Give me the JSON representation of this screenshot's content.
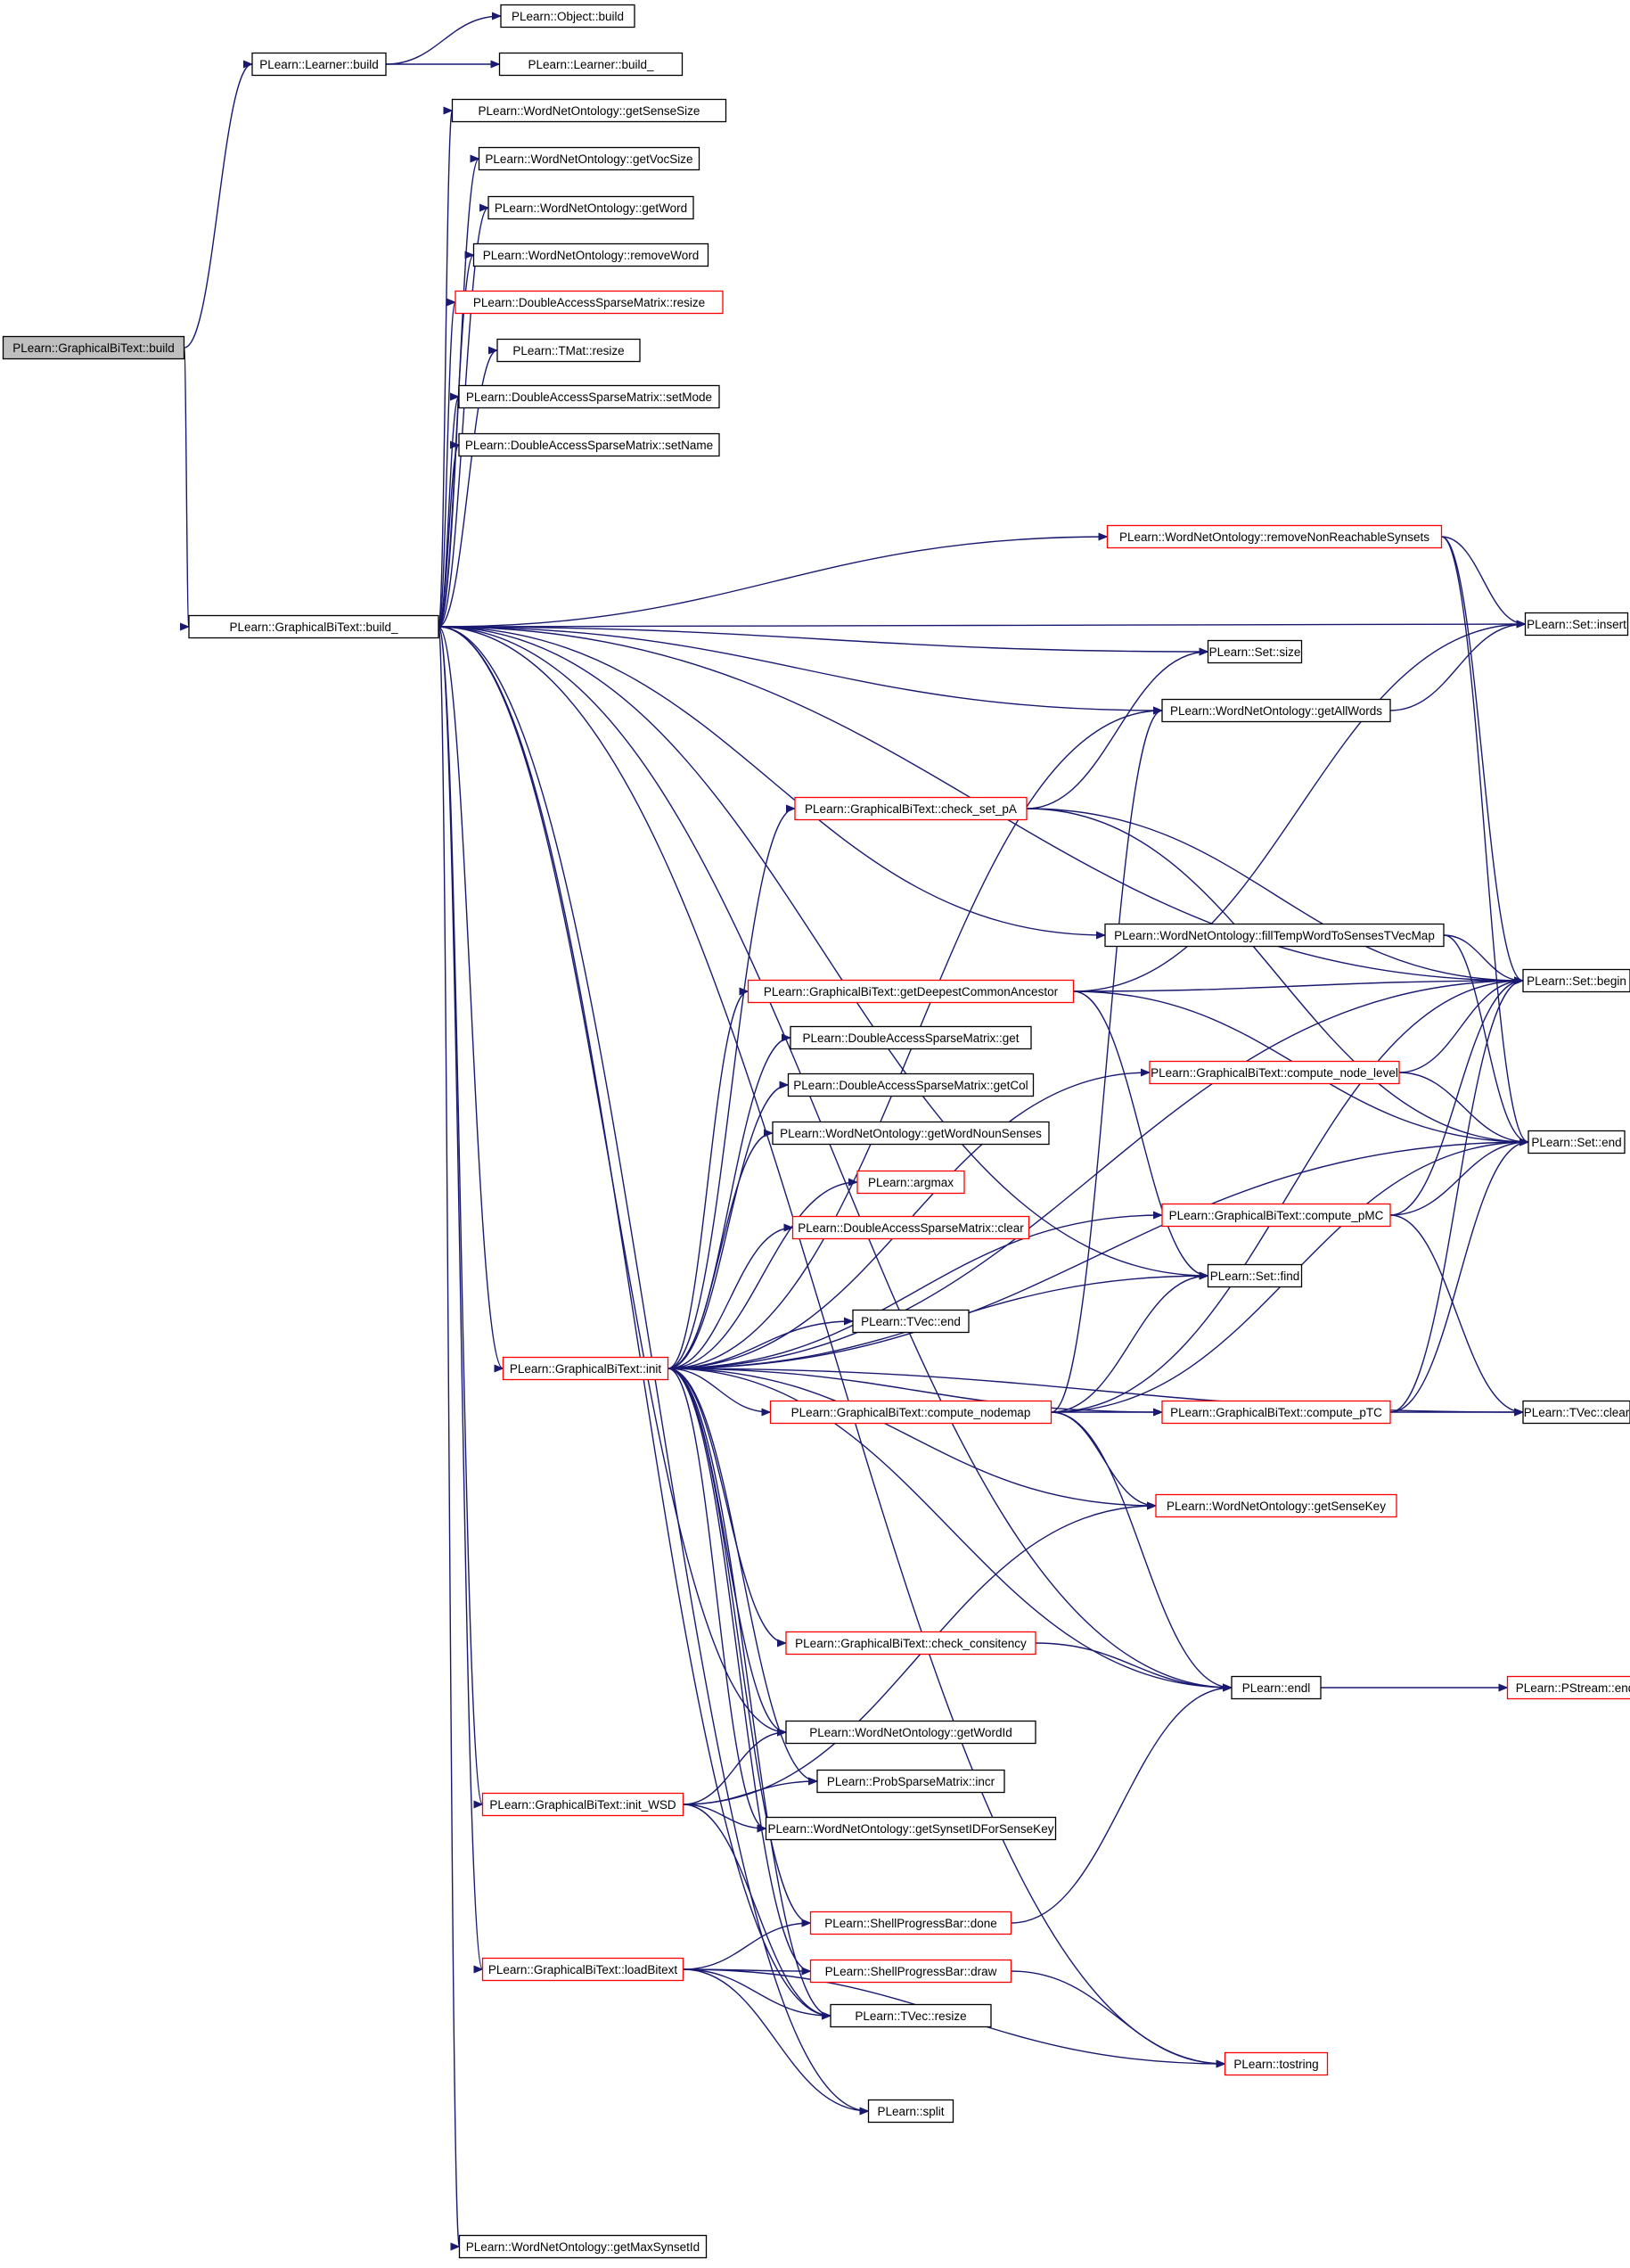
{
  "colors": {
    "edge": "#191970",
    "node_border_complete": "#000000",
    "node_border_truncated": "#ff0000",
    "root_fill": "#bfbfbf",
    "node_fill": "#ffffff"
  },
  "nodes": [
    {
      "id": "n0",
      "label": "PLearn::GraphicalBiText::build",
      "style": "root"
    },
    {
      "id": "n1",
      "label": "PLearn::Learner::build",
      "style": "normal"
    },
    {
      "id": "n2",
      "label": "PLearn::Object::build",
      "style": "normal"
    },
    {
      "id": "n3",
      "label": "PLearn::Learner::build_",
      "style": "normal"
    },
    {
      "id": "n4",
      "label": "PLearn::GraphicalBiText::build_",
      "style": "normal"
    },
    {
      "id": "n5",
      "label": "PLearn::WordNetOntology::getSenseSize",
      "style": "normal"
    },
    {
      "id": "n6",
      "label": "PLearn::WordNetOntology::getVocSize",
      "style": "normal"
    },
    {
      "id": "n7",
      "label": "PLearn::WordNetOntology::getWord",
      "style": "normal"
    },
    {
      "id": "n8",
      "label": "PLearn::WordNetOntology::removeWord",
      "style": "normal"
    },
    {
      "id": "n9",
      "label": "PLearn::DoubleAccessSparseMatrix::resize",
      "style": "truncated"
    },
    {
      "id": "n10",
      "label": "PLearn::TMat::resize",
      "style": "normal"
    },
    {
      "id": "n11",
      "label": "PLearn::DoubleAccessSparseMatrix::setMode",
      "style": "normal"
    },
    {
      "id": "n12",
      "label": "PLearn::DoubleAccessSparseMatrix::setName",
      "style": "normal"
    },
    {
      "id": "n13",
      "label": "PLearn::WordNetOntology::removeNonReachableSynsets",
      "style": "truncated"
    },
    {
      "id": "n14",
      "label": "PLearn::Set::insert",
      "style": "normal"
    },
    {
      "id": "n15",
      "label": "PLearn::Set::size",
      "style": "normal"
    },
    {
      "id": "n16",
      "label": "PLearn::WordNetOntology::getAllWords",
      "style": "normal"
    },
    {
      "id": "n17",
      "label": "PLearn::GraphicalBiText::check_set_pA",
      "style": "truncated"
    },
    {
      "id": "n18",
      "label": "PLearn::WordNetOntology::fillTempWordToSensesTVecMap",
      "style": "normal"
    },
    {
      "id": "n19",
      "label": "PLearn::GraphicalBiText::getDeepestCommonAncestor",
      "style": "truncated"
    },
    {
      "id": "n20",
      "label": "PLearn::Set::begin",
      "style": "normal"
    },
    {
      "id": "n21",
      "label": "PLearn::DoubleAccessSparseMatrix::get",
      "style": "normal"
    },
    {
      "id": "n22",
      "label": "PLearn::GraphicalBiText::compute_node_level",
      "style": "truncated"
    },
    {
      "id": "n23",
      "label": "PLearn::DoubleAccessSparseMatrix::getCol",
      "style": "normal"
    },
    {
      "id": "n24",
      "label": "PLearn::WordNetOntology::getWordNounSenses",
      "style": "normal"
    },
    {
      "id": "n25",
      "label": "PLearn::Set::end",
      "style": "normal"
    },
    {
      "id": "n26",
      "label": "PLearn::argmax",
      "style": "truncated"
    },
    {
      "id": "n27",
      "label": "PLearn::GraphicalBiText::compute_pMC",
      "style": "truncated"
    },
    {
      "id": "n28",
      "label": "PLearn::DoubleAccessSparseMatrix::clear",
      "style": "truncated"
    },
    {
      "id": "n29",
      "label": "PLearn::Set::find",
      "style": "normal"
    },
    {
      "id": "n30",
      "label": "PLearn::TVec::end",
      "style": "normal"
    },
    {
      "id": "n31",
      "label": "PLearn::GraphicalBiText::init",
      "style": "truncated"
    },
    {
      "id": "n32",
      "label": "PLearn::GraphicalBiText::compute_nodemap",
      "style": "truncated"
    },
    {
      "id": "n33",
      "label": "PLearn::GraphicalBiText::compute_pTC",
      "style": "truncated"
    },
    {
      "id": "n34",
      "label": "PLearn::TVec::clear",
      "style": "normal"
    },
    {
      "id": "n35",
      "label": "PLearn::WordNetOntology::getSenseKey",
      "style": "truncated"
    },
    {
      "id": "n36",
      "label": "PLearn::GraphicalBiText::check_consitency",
      "style": "truncated"
    },
    {
      "id": "n37",
      "label": "PLearn::endl",
      "style": "normal"
    },
    {
      "id": "n38",
      "label": "PLearn::PStream::endl",
      "style": "truncated"
    },
    {
      "id": "n39",
      "label": "PLearn::WordNetOntology::getWordId",
      "style": "normal"
    },
    {
      "id": "n40",
      "label": "PLearn::ProbSparseMatrix::incr",
      "style": "normal"
    },
    {
      "id": "n41",
      "label": "PLearn::GraphicalBiText::init_WSD",
      "style": "truncated"
    },
    {
      "id": "n42",
      "label": "PLearn::WordNetOntology::getSynsetIDForSenseKey",
      "style": "normal"
    },
    {
      "id": "n43",
      "label": "PLearn::ShellProgressBar::done",
      "style": "truncated"
    },
    {
      "id": "n44",
      "label": "PLearn::GraphicalBiText::loadBitext",
      "style": "truncated"
    },
    {
      "id": "n45",
      "label": "PLearn::ShellProgressBar::draw",
      "style": "truncated"
    },
    {
      "id": "n46",
      "label": "PLearn::TVec::resize",
      "style": "normal"
    },
    {
      "id": "n47",
      "label": "PLearn::tostring",
      "style": "truncated"
    },
    {
      "id": "n48",
      "label": "PLearn::split",
      "style": "normal"
    },
    {
      "id": "n49",
      "label": "PLearn::WordNetOntology::getMaxSynsetId",
      "style": "normal"
    }
  ],
  "edges": [
    [
      "n0",
      "n1"
    ],
    [
      "n0",
      "n4"
    ],
    [
      "n1",
      "n2"
    ],
    [
      "n1",
      "n3"
    ],
    [
      "n4",
      "n5"
    ],
    [
      "n4",
      "n6"
    ],
    [
      "n4",
      "n7"
    ],
    [
      "n4",
      "n8"
    ],
    [
      "n4",
      "n9"
    ],
    [
      "n4",
      "n10"
    ],
    [
      "n4",
      "n11"
    ],
    [
      "n4",
      "n12"
    ],
    [
      "n4",
      "n13"
    ],
    [
      "n4",
      "n14"
    ],
    [
      "n4",
      "n15"
    ],
    [
      "n4",
      "n16"
    ],
    [
      "n4",
      "n18"
    ],
    [
      "n4",
      "n20"
    ],
    [
      "n4",
      "n29"
    ],
    [
      "n4",
      "n31"
    ],
    [
      "n4",
      "n39"
    ],
    [
      "n4",
      "n41"
    ],
    [
      "n4",
      "n44"
    ],
    [
      "n4",
      "n46"
    ],
    [
      "n4",
      "n48"
    ],
    [
      "n4",
      "n37"
    ],
    [
      "n4",
      "n47"
    ],
    [
      "n4",
      "n49"
    ],
    [
      "n13",
      "n14"
    ],
    [
      "n13",
      "n20"
    ],
    [
      "n13",
      "n25"
    ],
    [
      "n16",
      "n14"
    ],
    [
      "n17",
      "n15"
    ],
    [
      "n17",
      "n20"
    ],
    [
      "n17",
      "n25"
    ],
    [
      "n18",
      "n20"
    ],
    [
      "n18",
      "n25"
    ],
    [
      "n19",
      "n14"
    ],
    [
      "n19",
      "n20"
    ],
    [
      "n19",
      "n25"
    ],
    [
      "n19",
      "n29"
    ],
    [
      "n22",
      "n20"
    ],
    [
      "n22",
      "n25"
    ],
    [
      "n27",
      "n20"
    ],
    [
      "n27",
      "n25"
    ],
    [
      "n27",
      "n34"
    ],
    [
      "n31",
      "n16"
    ],
    [
      "n31",
      "n17"
    ],
    [
      "n31",
      "n19"
    ],
    [
      "n31",
      "n20"
    ],
    [
      "n31",
      "n21"
    ],
    [
      "n31",
      "n22"
    ],
    [
      "n31",
      "n23"
    ],
    [
      "n31",
      "n24"
    ],
    [
      "n31",
      "n26"
    ],
    [
      "n31",
      "n27"
    ],
    [
      "n31",
      "n28"
    ],
    [
      "n31",
      "n29"
    ],
    [
      "n31",
      "n30"
    ],
    [
      "n31",
      "n32"
    ],
    [
      "n31",
      "n33"
    ],
    [
      "n31",
      "n35"
    ],
    [
      "n31",
      "n25"
    ],
    [
      "n31",
      "n34"
    ],
    [
      "n31",
      "n36"
    ],
    [
      "n31",
      "n37"
    ],
    [
      "n31",
      "n39"
    ],
    [
      "n31",
      "n40"
    ],
    [
      "n31",
      "n42"
    ],
    [
      "n31",
      "n43"
    ],
    [
      "n31",
      "n45"
    ],
    [
      "n31",
      "n46"
    ],
    [
      "n32",
      "n16"
    ],
    [
      "n32",
      "n20"
    ],
    [
      "n32",
      "n25"
    ],
    [
      "n32",
      "n29"
    ],
    [
      "n32",
      "n33"
    ],
    [
      "n32",
      "n35"
    ],
    [
      "n32",
      "n37"
    ],
    [
      "n33",
      "n20"
    ],
    [
      "n33",
      "n25"
    ],
    [
      "n33",
      "n34"
    ],
    [
      "n36",
      "n37"
    ],
    [
      "n37",
      "n38"
    ],
    [
      "n41",
      "n39"
    ],
    [
      "n41",
      "n40"
    ],
    [
      "n41",
      "n42"
    ],
    [
      "n41",
      "n35"
    ],
    [
      "n41",
      "n46"
    ],
    [
      "n43",
      "n37"
    ],
    [
      "n44",
      "n43"
    ],
    [
      "n44",
      "n45"
    ],
    [
      "n44",
      "n46"
    ],
    [
      "n44",
      "n47"
    ],
    [
      "n44",
      "n48"
    ],
    [
      "n45",
      "n47"
    ]
  ]
}
